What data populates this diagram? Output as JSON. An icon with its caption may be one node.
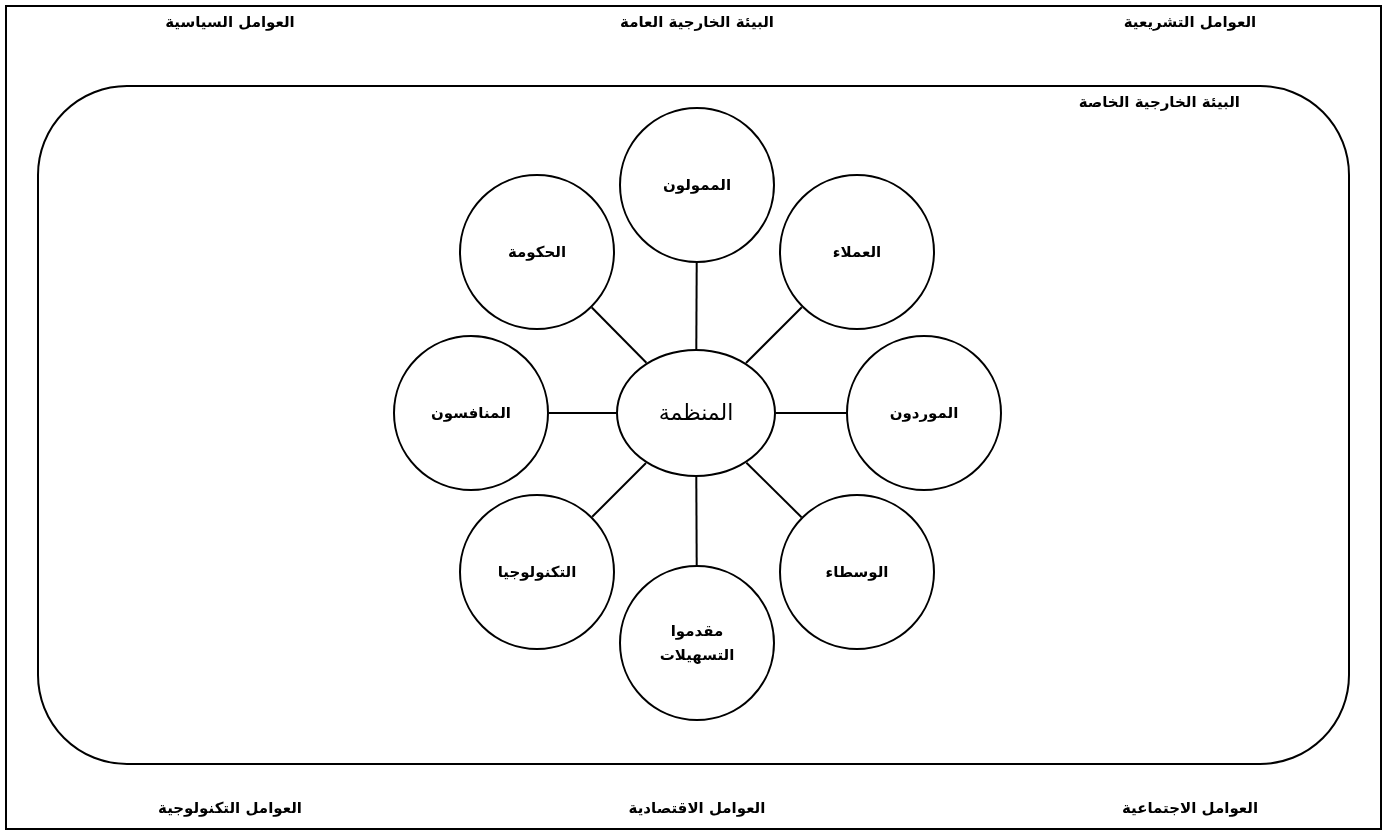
{
  "diagram": {
    "nodes": [
      {
        "text": [
          "البيئة الخارجية العامة"
        ]
      },
      {
        "text": [
          "البيئة الخارجية الخاصة"
        ],
        "in": 0
      },
      {
        "text": [
          "المنظمة"
        ],
        "in": 1
      },
      {
        "text": [
          "الممولون"
        ],
        "in": 1
      },
      {
        "text": [
          "العملاء"
        ],
        "in": 1
      },
      {
        "text": [
          "الموردون"
        ],
        "in": 1
      },
      {
        "text": [
          "الوسطاء"
        ],
        "in": 1
      },
      {
        "text": [
          "مقدموا التسهيلات"
        ],
        "in": 1
      },
      {
        "text": [
          "التكنولوجيا"
        ],
        "in": 1
      },
      {
        "text": [
          "المنافسون"
        ],
        "in": 1
      },
      {
        "text": [
          "الحكومة"
        ],
        "in": 1
      }
    ],
    "edges": [
      {
        "from": 2,
        "to": 3,
        "arrow": "none"
      },
      {
        "from": 2,
        "to": 4,
        "arrow": "none"
      },
      {
        "from": 2,
        "to": 5,
        "arrow": "none"
      },
      {
        "from": 2,
        "to": 6,
        "arrow": "none"
      },
      {
        "from": 2,
        "to": 7,
        "arrow": "none"
      },
      {
        "from": 2,
        "to": 8,
        "arrow": "none"
      },
      {
        "from": 2,
        "to": 9,
        "arrow": "none"
      },
      {
        "from": 2,
        "to": 10,
        "arrow": "none"
      }
    ],
    "labels": [
      "العوامل التشريعية",
      "العوامل السياسية",
      "العوامل الاجتماعية",
      "العوامل الاقتصادية",
      "العوامل التكنولوجية"
    ]
  }
}
